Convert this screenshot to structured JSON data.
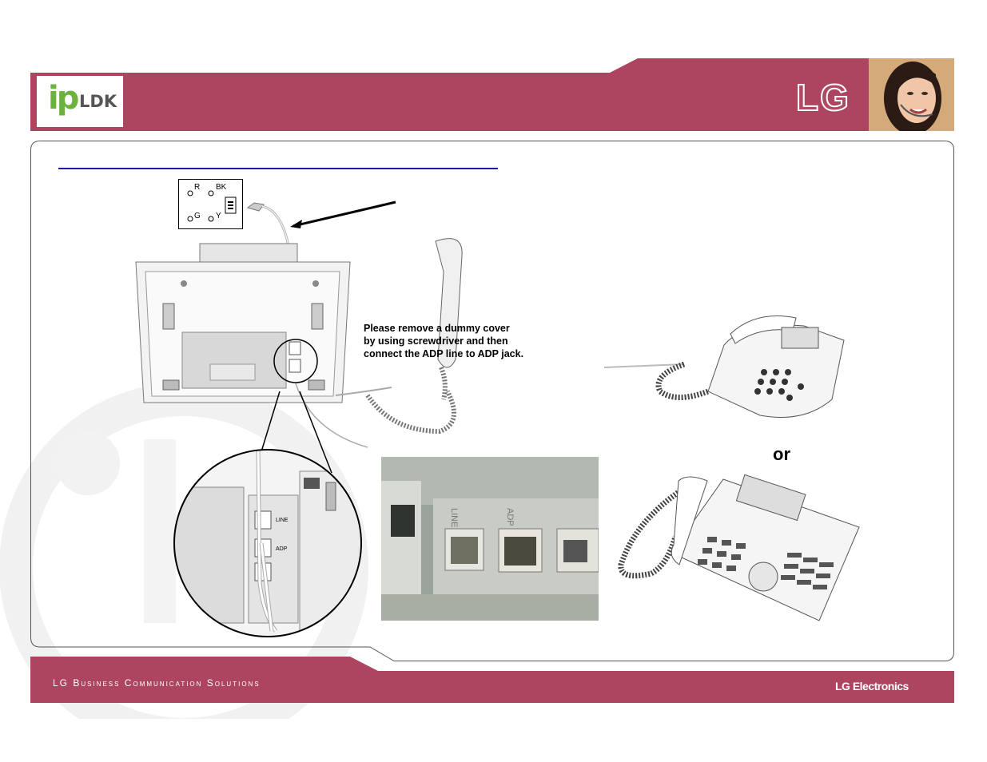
{
  "header": {
    "logo_ip": "ip",
    "logo_ldk": "LDK",
    "brand": "LG"
  },
  "terminal_block": {
    "labels": [
      "R",
      "BK",
      "G",
      "Y"
    ]
  },
  "jack_labels": {
    "line": "LINE",
    "adp": "ADP"
  },
  "instruction": "Please remove a dummy cover\nby using screwdriver and then\nconnect the ADP line to ADP jack.",
  "or_label": "or",
  "footer": {
    "left": "LG Business Communication Solutions",
    "right": "LG Electronics"
  },
  "colors": {
    "band": "#ad4560",
    "title_rule": "#1a1aa8",
    "logo_green": "#6cb33e"
  }
}
